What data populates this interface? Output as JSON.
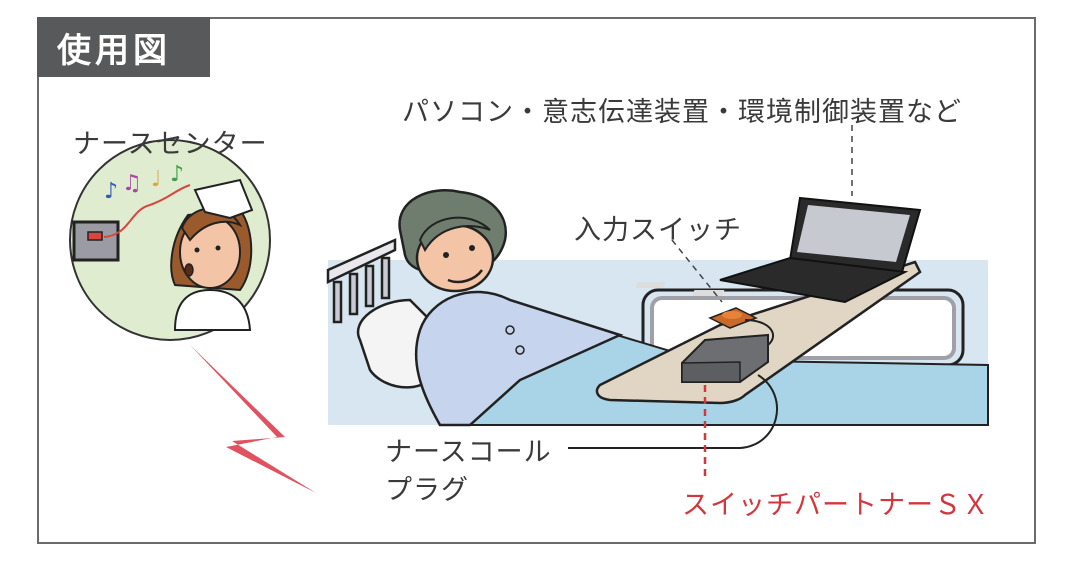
{
  "header": {
    "title": "使用図"
  },
  "labels": {
    "nurse_center": "ナースセンター",
    "devices": "パソコン・意志伝達装置・環境制御装置など",
    "input_switch": "入力スイッチ",
    "nurse_call_plug_line1": "ナースコール",
    "nurse_call_plug_line2": "プラグ",
    "product_name": "スイッチパートナーＳＸ"
  },
  "colors": {
    "title_bg": "#58595b",
    "product_label": "#d4363d",
    "lightning": "#e05260",
    "nurse_circle_bg": "#dfeccf",
    "bed_blanket": "#a9d3e6",
    "table_top": "#e0d6c3",
    "switch_orange": "#e8823a",
    "device_box": "#6d6e71"
  },
  "icons": [
    "music-notes-icon",
    "nurse-call-panel-icon",
    "lightning-icon",
    "laptop-icon",
    "switch-button-icon",
    "controller-box-icon"
  ]
}
